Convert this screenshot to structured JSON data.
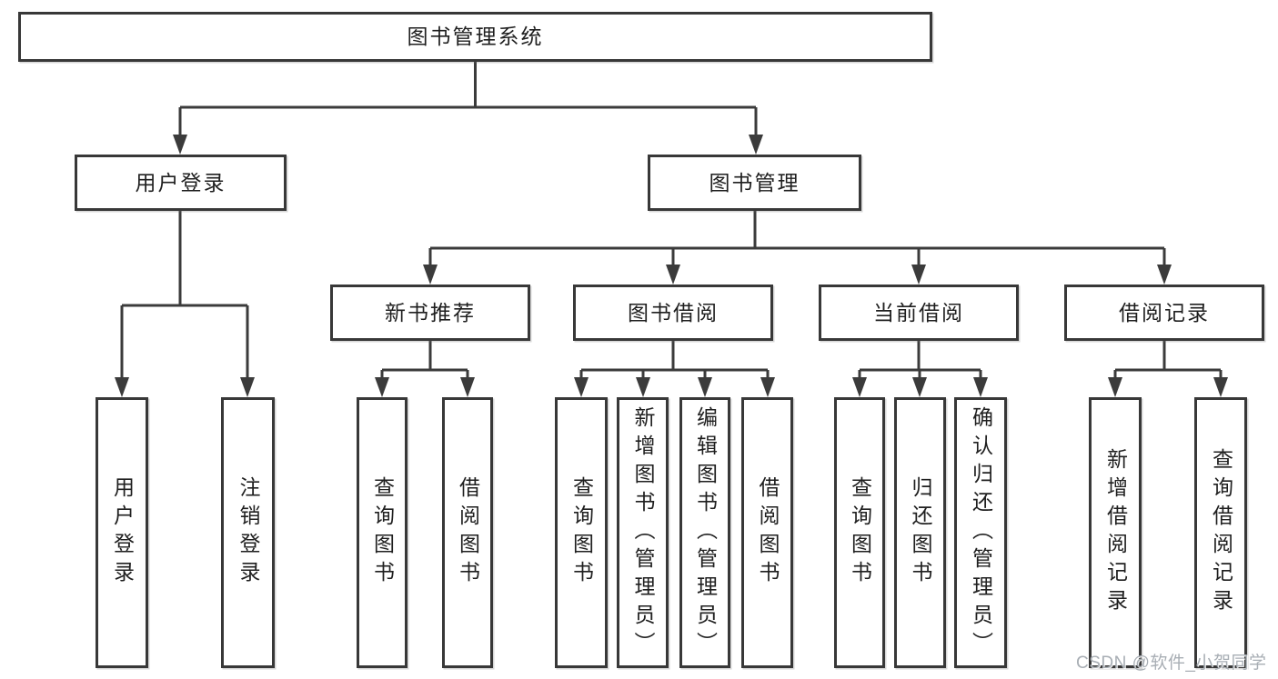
{
  "diagram": {
    "root": {
      "label": "图书管理系统",
      "children": [
        {
          "label": "用户登录",
          "children": [
            {
              "label": "用户登录"
            },
            {
              "label": "注销登录"
            }
          ]
        },
        {
          "label": "图书管理",
          "children": [
            {
              "label": "新书推荐",
              "children": [
                {
                  "label": "查询图书"
                },
                {
                  "label": "借阅图书"
                }
              ]
            },
            {
              "label": "图书借阅",
              "children": [
                {
                  "label": "查询图书"
                },
                {
                  "label": "新增图书（管理员）"
                },
                {
                  "label": "编辑图书（管理员）"
                },
                {
                  "label": "借阅图书"
                }
              ]
            },
            {
              "label": "当前借阅",
              "children": [
                {
                  "label": "查询图书"
                },
                {
                  "label": "归还图书"
                },
                {
                  "label": "确认归还（管理员）"
                }
              ]
            },
            {
              "label": "借阅记录",
              "children": [
                {
                  "label": "新增借阅记录"
                },
                {
                  "label": "查询借阅记录"
                }
              ]
            }
          ]
        }
      ]
    }
  },
  "watermark": {
    "text": "CSDN @软件_小贺同学"
  },
  "colors": {
    "line": "#3b3b3b",
    "box_border": "#383838",
    "text": "#1f1f1f",
    "background": "#ffffff",
    "watermark": "#a8aeb4"
  }
}
